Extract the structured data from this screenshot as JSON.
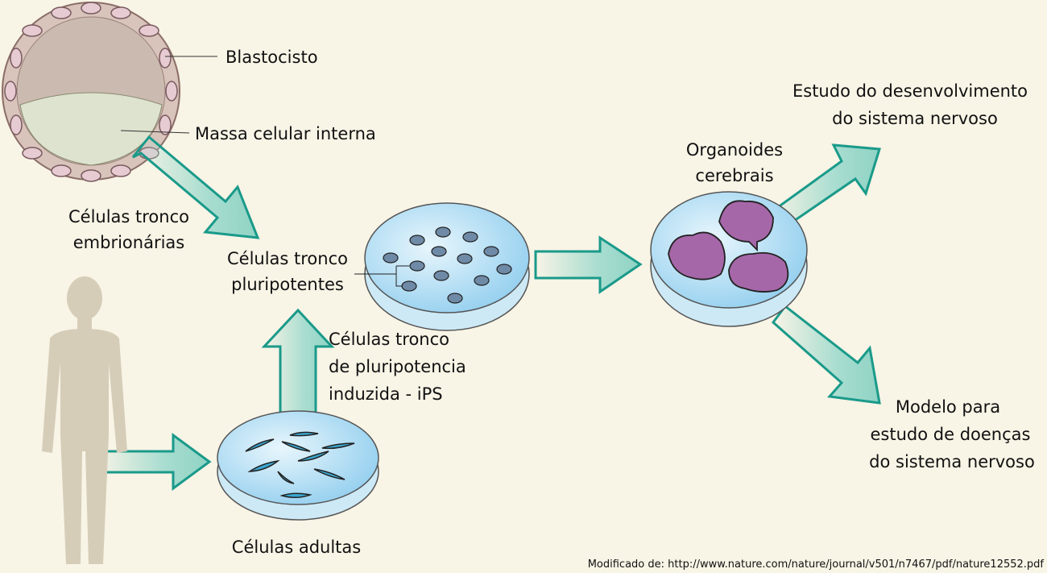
{
  "labels": {
    "blastocyst": "Blastocisto",
    "inner_mass": "Massa celular interna",
    "embryonic_1": "Células tronco",
    "embryonic_2": "embrionárias",
    "pluripotent_1": "Células tronco",
    "pluripotent_2": "pluripotentes",
    "ips_1": "Células tronco",
    "ips_2": "de pluripotencia",
    "ips_3": "induzida - iPS",
    "adult": "Células adultas",
    "organoids_1": "Organoides",
    "organoids_2": "cerebrais",
    "development_1": "Estudo do desenvolvimento",
    "development_2": "do sistema nervoso",
    "disease_1": "Modelo para",
    "disease_2": "estudo de doenças",
    "disease_3": "do sistema nervoso"
  },
  "footer": "Modificado de: http://www.nature.com/nature/journal/v501/n7467/pdf/nature12552.pdf",
  "colors": {
    "background": "#f8f4e6",
    "arrow_stroke": "#1a9a8a",
    "arrow_fill": "#a8ddd0",
    "dish": "#bfe3f5",
    "organoid": "#a667a8"
  }
}
